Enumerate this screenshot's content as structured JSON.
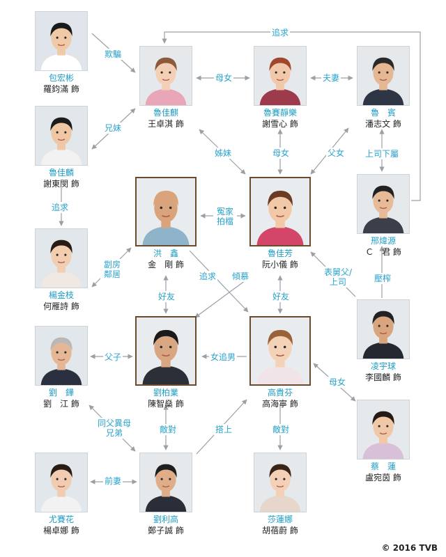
{
  "people": [
    {
      "id": "bao",
      "role": "包宏彬",
      "actor": "羅鈞滿 飾",
      "skin": "#f0c9a6",
      "hair": "#1a1a1a",
      "shirt": "#ffffff",
      "bg": "#dfe5ea"
    },
    {
      "id": "lujl",
      "role": "魯佳麒",
      "actor": "王卓淇 飾",
      "skin": "#f3d0b5",
      "hair": "#8a5a3a",
      "shirt": "#e8a6b8",
      "bg": "#e6e9ec"
    },
    {
      "id": "lujy",
      "role": "魯賽靜樂",
      "actor": "謝雪心 飾",
      "skin": "#f1c8aa",
      "hair": "#a0462b",
      "shirt": "#9d3b4d",
      "bg": "#e6e9ec"
    },
    {
      "id": "lus",
      "role": "魯　賓",
      "actor": "潘志文 飾",
      "skin": "#e6b793",
      "hair": "#2a2a2a",
      "shirt": "#2e3544",
      "bg": "#e6e9ec"
    },
    {
      "id": "lujlin",
      "role": "魯佳麟",
      "actor": "謝東閔 飾",
      "skin": "#efc7a5",
      "hair": "#1c1c1c",
      "shirt": "#f2f2f2",
      "bg": "#e2e7eb"
    },
    {
      "id": "hong",
      "role": "洪　鑫",
      "actor": "金　剛 飾",
      "skin": "#d9a47c",
      "hair": "#d9a47c",
      "shirt": "#8fb3c8",
      "bg": "#e9ecee"
    },
    {
      "id": "lujf",
      "role": "魯佳芳",
      "actor": "阮小儀 飾",
      "skin": "#f2c8a6",
      "hair": "#6a3b25",
      "shirt": "#d4456a",
      "bg": "#e9ecee"
    },
    {
      "id": "xing",
      "role": "邢煒源",
      "actor": "Ｃ　君 飾",
      "skin": "#e8bb98",
      "hair": "#222222",
      "shirt": "#3a3f4a",
      "bg": "#e6e9ec"
    },
    {
      "id": "yang",
      "role": "楊金枝",
      "actor": "何雁詩 飾",
      "skin": "#f2cdb0",
      "hair": "#2a1c14",
      "shirt": "#f0e8e2",
      "bg": "#e2e7eb"
    },
    {
      "id": "ling",
      "role": "凌宇球",
      "actor": "李國麟 飾",
      "skin": "#d9a57f",
      "hair": "#222222",
      "shirt": "#242831",
      "bg": "#e6e9ec"
    },
    {
      "id": "liuz",
      "role": "劉　鏵",
      "actor": "劉　江 飾",
      "skin": "#e4b896",
      "hair": "#b8b8b8",
      "shirt": "#2b3040",
      "bg": "#e2e7eb"
    },
    {
      "id": "liub",
      "role": "劉柏業",
      "actor": "陳智燊 飾",
      "skin": "#d9a682",
      "hair": "#1a1a1a",
      "shirt": "#2b2f38",
      "bg": "#e9ecee"
    },
    {
      "id": "gao",
      "role": "高貴芬",
      "actor": "高海寧 飾",
      "skin": "#f4d2b8",
      "hair": "#9a6238",
      "shirt": "#f1e4e8",
      "bg": "#e9ecee"
    },
    {
      "id": "cai",
      "role": "蔡　蓮",
      "actor": "盧宛茵 飾",
      "skin": "#f0c8a8",
      "hair": "#241a16",
      "shirt": "#d8c0d8",
      "bg": "#e6e9ec"
    },
    {
      "id": "you",
      "role": "尤賽花",
      "actor": "楊卓娜 飾",
      "skin": "#f2ccb0",
      "hair": "#2a1c14",
      "shirt": "#f2f2f2",
      "bg": "#e2e7eb"
    },
    {
      "id": "liug",
      "role": "劉利高",
      "actor": "鄭子誠 飾",
      "skin": "#dfae88",
      "hair": "#1f1f1f",
      "shirt": "#2a2e38",
      "bg": "#e6e9ec"
    },
    {
      "id": "sha",
      "role": "莎蓮娜",
      "actor": "胡蓓蔚 飾",
      "skin": "#f3d0b6",
      "hair": "#3a2418",
      "shirt": "#e6d6cc",
      "bg": "#e6e9ec"
    }
  ],
  "relations": [
    {
      "id": "r_qipian",
      "text": "欺騙"
    },
    {
      "id": "r_zhuiqiu_top",
      "text": "追求"
    },
    {
      "id": "r_munu_1",
      "text": "母女"
    },
    {
      "id": "r_fuqi",
      "text": "夫妻"
    },
    {
      "id": "r_xiongmei",
      "text": "兄妹"
    },
    {
      "id": "r_zimei",
      "text": "姊妹"
    },
    {
      "id": "r_munu_2",
      "text": "母女"
    },
    {
      "id": "r_funu",
      "text": "父女"
    },
    {
      "id": "r_shangsi",
      "text": "上司下屬"
    },
    {
      "id": "r_zhuiqiu_left",
      "text": "追求"
    },
    {
      "id": "r_yuanjia",
      "text": "冤家\n拍檔"
    },
    {
      "id": "r_linju",
      "text": "劏房\n鄰居"
    },
    {
      "id": "r_zhuiqiu_mid",
      "text": "追求"
    },
    {
      "id": "r_qingmu",
      "text": "傾慕"
    },
    {
      "id": "r_biaojiu",
      "text": "表舅父/\n上司"
    },
    {
      "id": "r_yazha",
      "text": "壓榨"
    },
    {
      "id": "r_haoyou_1",
      "text": "好友"
    },
    {
      "id": "r_haoyou_2",
      "text": "好友"
    },
    {
      "id": "r_fuzi",
      "text": "父子"
    },
    {
      "id": "r_nuzhuinan",
      "text": "女追男"
    },
    {
      "id": "r_munu_3",
      "text": "母女"
    },
    {
      "id": "r_tongfu",
      "text": "同父異母\n兄弟"
    },
    {
      "id": "r_didui_1",
      "text": "敵對"
    },
    {
      "id": "r_dashang",
      "text": "搭上"
    },
    {
      "id": "r_didui_2",
      "text": "敵對"
    },
    {
      "id": "r_qianqi",
      "text": "前妻"
    }
  ],
  "colors": {
    "line": "#9aa0a6",
    "label": "#2aa3cc",
    "role": "#1e9cc3",
    "frame": "#6b4a2e"
  },
  "copyright": "© 2016 TVB"
}
